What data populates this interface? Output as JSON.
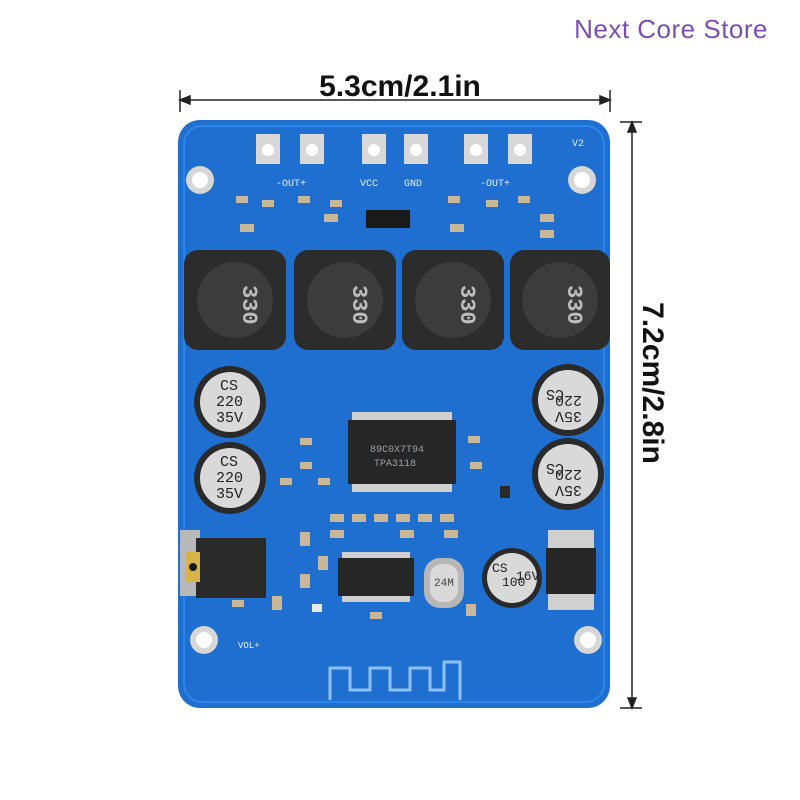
{
  "store_name": "Next Core Store",
  "dimension_width": "5.3cm/2.1in",
  "dimension_height": "7.2cm/2.8in",
  "board": {
    "version_mark": "V2",
    "terminals": [
      "-OUT+",
      "VCC",
      "GND",
      "-OUT+"
    ],
    "inductor_marking": "330",
    "capacitor_lines": [
      "CS",
      "220",
      "35V"
    ],
    "small_cap_lines": [
      "CS",
      "100",
      "16V"
    ],
    "amp_chip_lines": [
      "89C0X7T94",
      "TPA3118"
    ],
    "crystal_marking": "24M",
    "pot_label": "VOL+",
    "colors": {
      "pcb": "#1f6fd0",
      "pcb_dark": "#1658b0",
      "pad": "#d8d8d8",
      "inductor": "#2c2c2c"
    }
  }
}
